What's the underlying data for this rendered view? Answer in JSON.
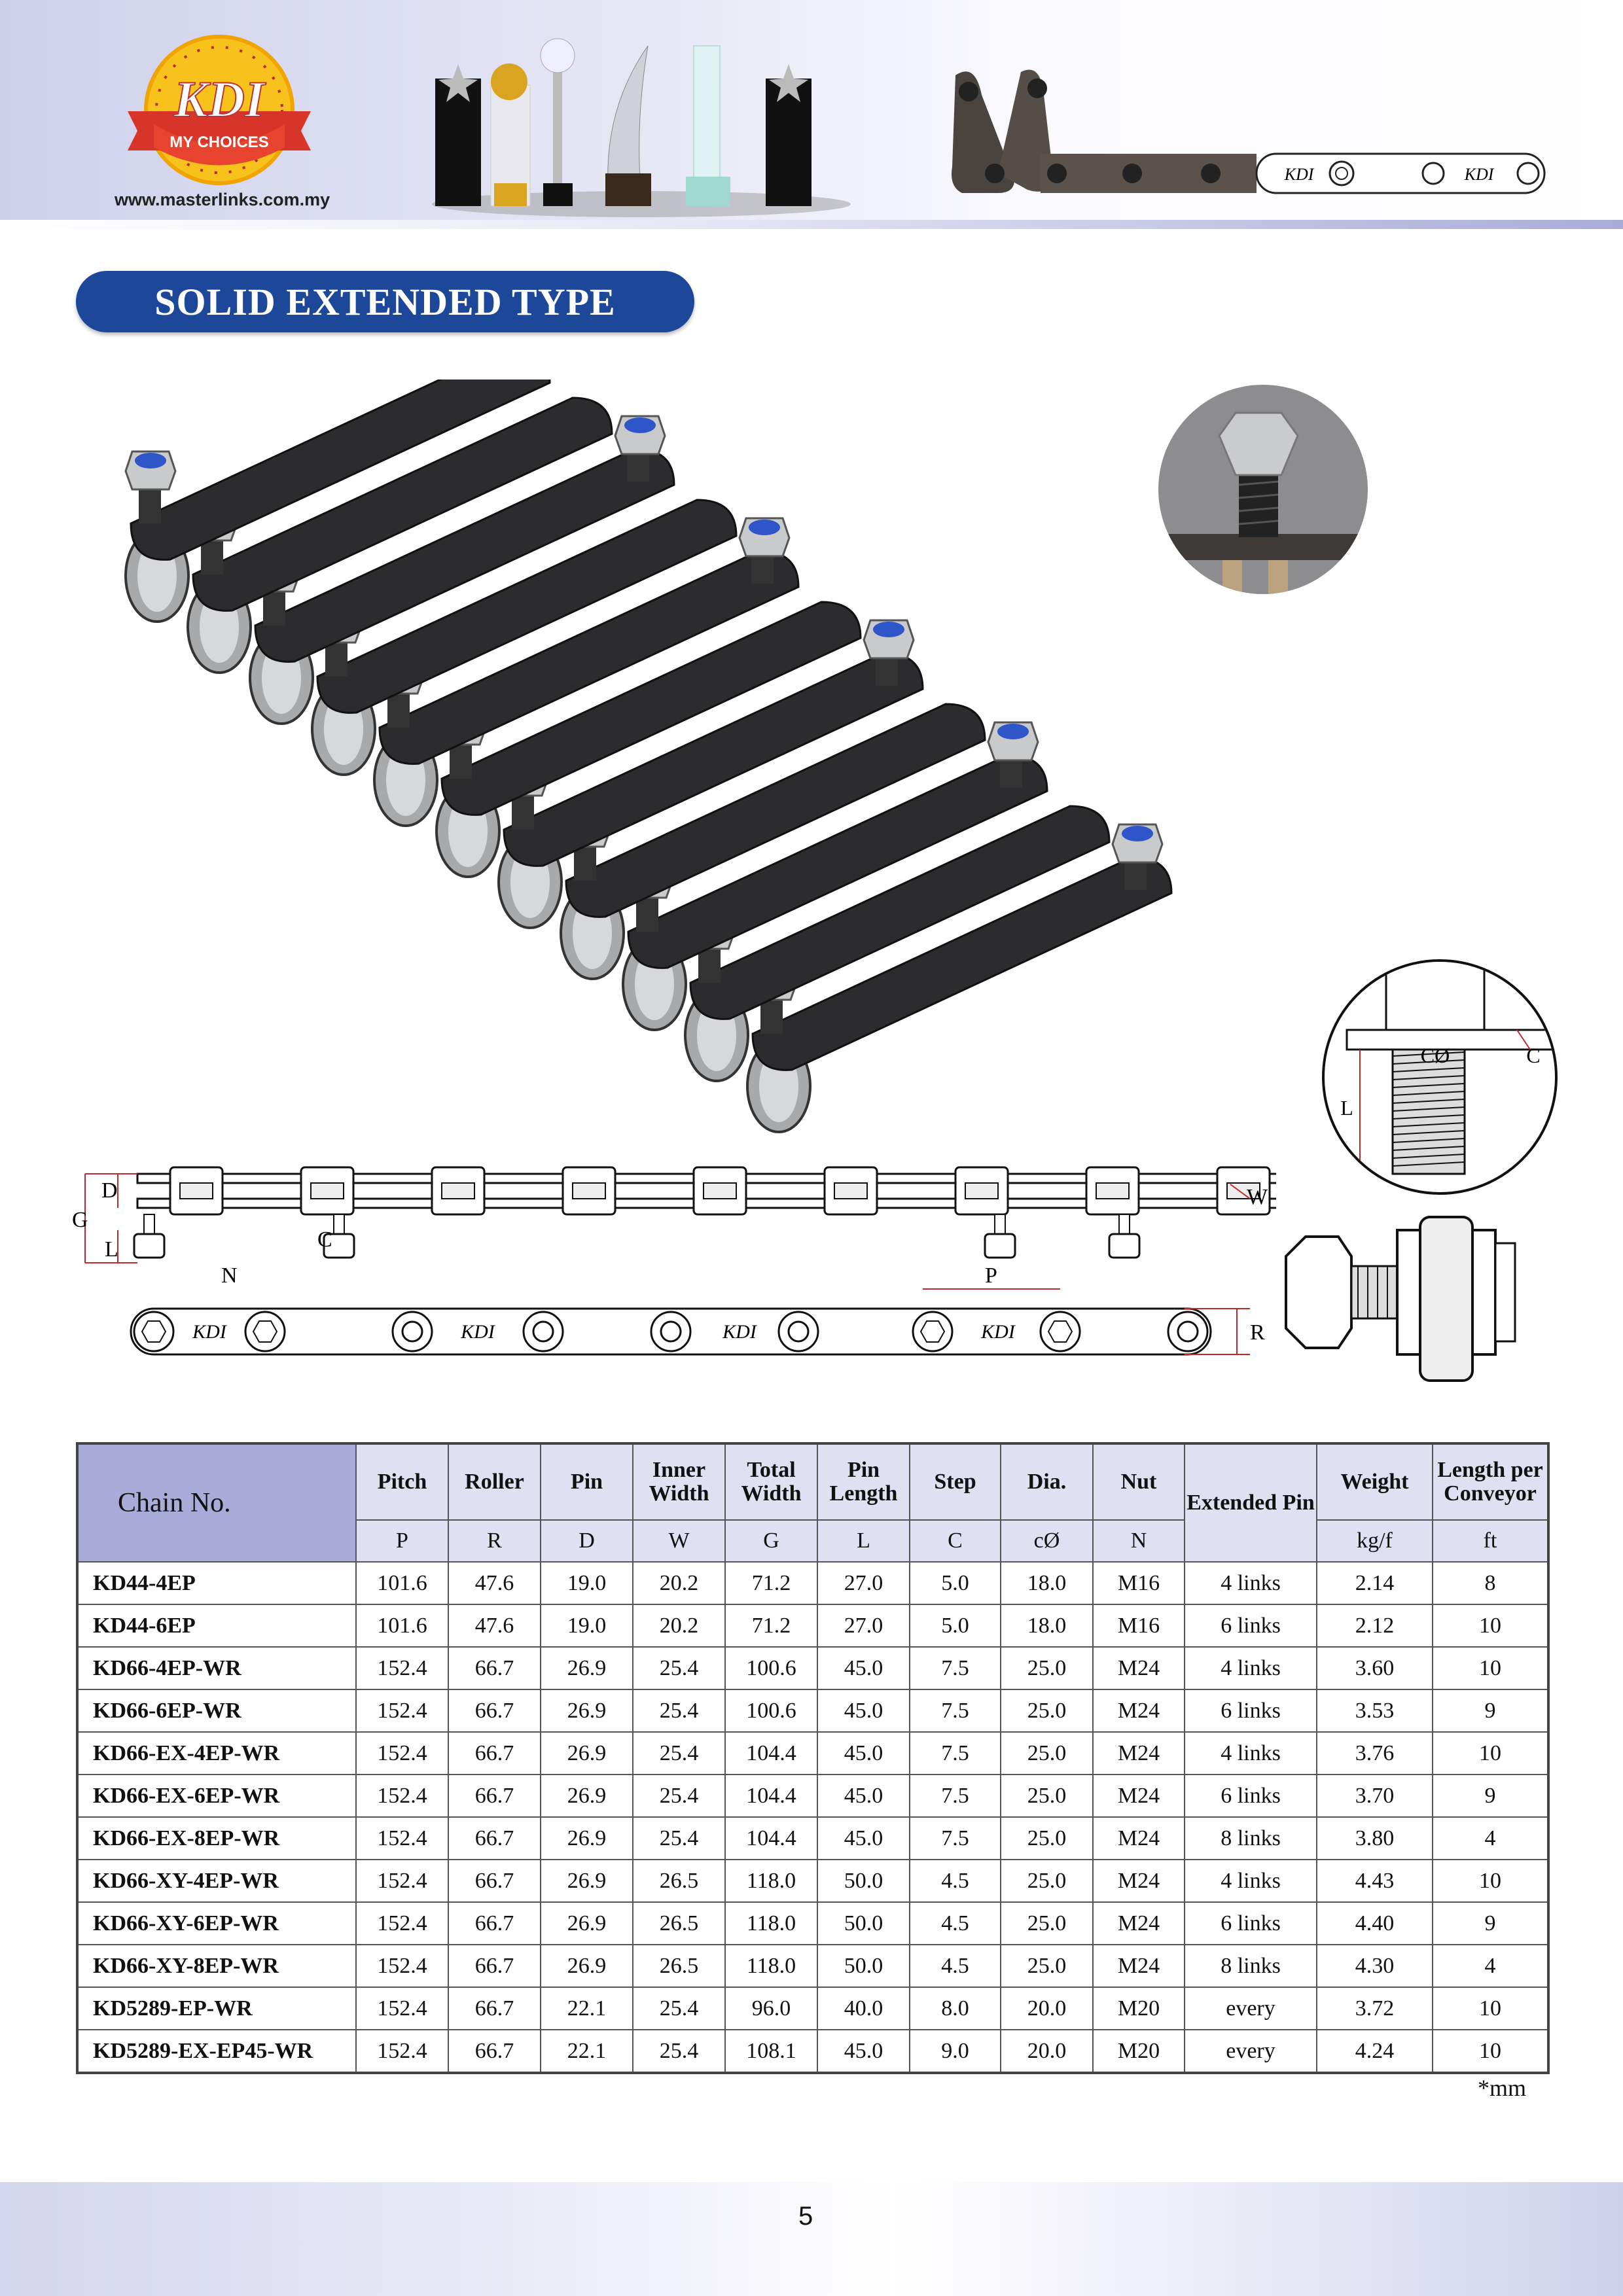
{
  "header": {
    "logo_text": "KDI",
    "logo_ribbon": "MY CHOICES",
    "url": "www.masterlinks.com.my",
    "chain_plate_logo": "KDI"
  },
  "title": "SOLID EXTENDED TYPE",
  "diagram": {
    "side_labels": {
      "D": "D",
      "G": "G",
      "L": "L",
      "N": "N",
      "C": "C",
      "W": "W",
      "P": "P"
    },
    "plan_labels": {
      "R": "R",
      "plate_logo": "KDI"
    },
    "detail_labels": {
      "c_dia": "CØ",
      "c": "C",
      "l": "L"
    }
  },
  "table": {
    "chain_no_header": "Chain No.",
    "columns": [
      {
        "label": "Pitch",
        "unit": "P"
      },
      {
        "label": "Roller",
        "unit": "R"
      },
      {
        "label": "Pin",
        "unit": "D"
      },
      {
        "label": "Inner Width",
        "unit": "W"
      },
      {
        "label": "Total Width",
        "unit": "G"
      },
      {
        "label": "Pin Length",
        "unit": "L"
      },
      {
        "label": "Step",
        "unit": "C"
      },
      {
        "label": "Dia.",
        "unit": "cØ"
      },
      {
        "label": "Nut",
        "unit": "N"
      },
      {
        "label": "Extended Pin",
        "unit": null
      },
      {
        "label": "Weight",
        "unit": "kg/f"
      },
      {
        "label": "Length per Conveyor",
        "unit": "ft"
      }
    ],
    "rows": [
      [
        "KD44-4EP",
        "101.6",
        "47.6",
        "19.0",
        "20.2",
        "71.2",
        "27.0",
        "5.0",
        "18.0",
        "M16",
        "4 links",
        "2.14",
        "8"
      ],
      [
        "KD44-6EP",
        "101.6",
        "47.6",
        "19.0",
        "20.2",
        "71.2",
        "27.0",
        "5.0",
        "18.0",
        "M16",
        "6 links",
        "2.12",
        "10"
      ],
      [
        "KD66-4EP-WR",
        "152.4",
        "66.7",
        "26.9",
        "25.4",
        "100.6",
        "45.0",
        "7.5",
        "25.0",
        "M24",
        "4 links",
        "3.60",
        "10"
      ],
      [
        "KD66-6EP-WR",
        "152.4",
        "66.7",
        "26.9",
        "25.4",
        "100.6",
        "45.0",
        "7.5",
        "25.0",
        "M24",
        "6 links",
        "3.53",
        "9"
      ],
      [
        "KD66-EX-4EP-WR",
        "152.4",
        "66.7",
        "26.9",
        "25.4",
        "104.4",
        "45.0",
        "7.5",
        "25.0",
        "M24",
        "4 links",
        "3.76",
        "10"
      ],
      [
        "KD66-EX-6EP-WR",
        "152.4",
        "66.7",
        "26.9",
        "25.4",
        "104.4",
        "45.0",
        "7.5",
        "25.0",
        "M24",
        "6 links",
        "3.70",
        "9"
      ],
      [
        "KD66-EX-8EP-WR",
        "152.4",
        "66.7",
        "26.9",
        "25.4",
        "104.4",
        "45.0",
        "7.5",
        "25.0",
        "M24",
        "8 links",
        "3.80",
        "4"
      ],
      [
        "KD66-XY-4EP-WR",
        "152.4",
        "66.7",
        "26.9",
        "26.5",
        "118.0",
        "50.0",
        "4.5",
        "25.0",
        "M24",
        "4 links",
        "4.43",
        "10"
      ],
      [
        "KD66-XY-6EP-WR",
        "152.4",
        "66.7",
        "26.9",
        "26.5",
        "118.0",
        "50.0",
        "4.5",
        "25.0",
        "M24",
        "6 links",
        "4.40",
        "9"
      ],
      [
        "KD66-XY-8EP-WR",
        "152.4",
        "66.7",
        "26.9",
        "26.5",
        "118.0",
        "50.0",
        "4.5",
        "25.0",
        "M24",
        "8 links",
        "4.30",
        "4"
      ],
      [
        "KD5289-EP-WR",
        "152.4",
        "66.7",
        "22.1",
        "25.4",
        "96.0",
        "40.0",
        "8.0",
        "20.0",
        "M20",
        "every",
        "3.72",
        "10"
      ],
      [
        "KD5289-EX-EP45-WR",
        "152.4",
        "66.7",
        "22.1",
        "25.4",
        "108.1",
        "45.0",
        "9.0",
        "20.0",
        "M20",
        "every",
        "4.24",
        "10"
      ]
    ],
    "footnote": "*mm"
  },
  "footer": {
    "page_number": "5"
  },
  "colors": {
    "title_pill": "#1d4899",
    "header_cell": "#dfe0f2",
    "chain_header_cell": "#a9acd8",
    "nut_blue": "#2f56c8"
  }
}
